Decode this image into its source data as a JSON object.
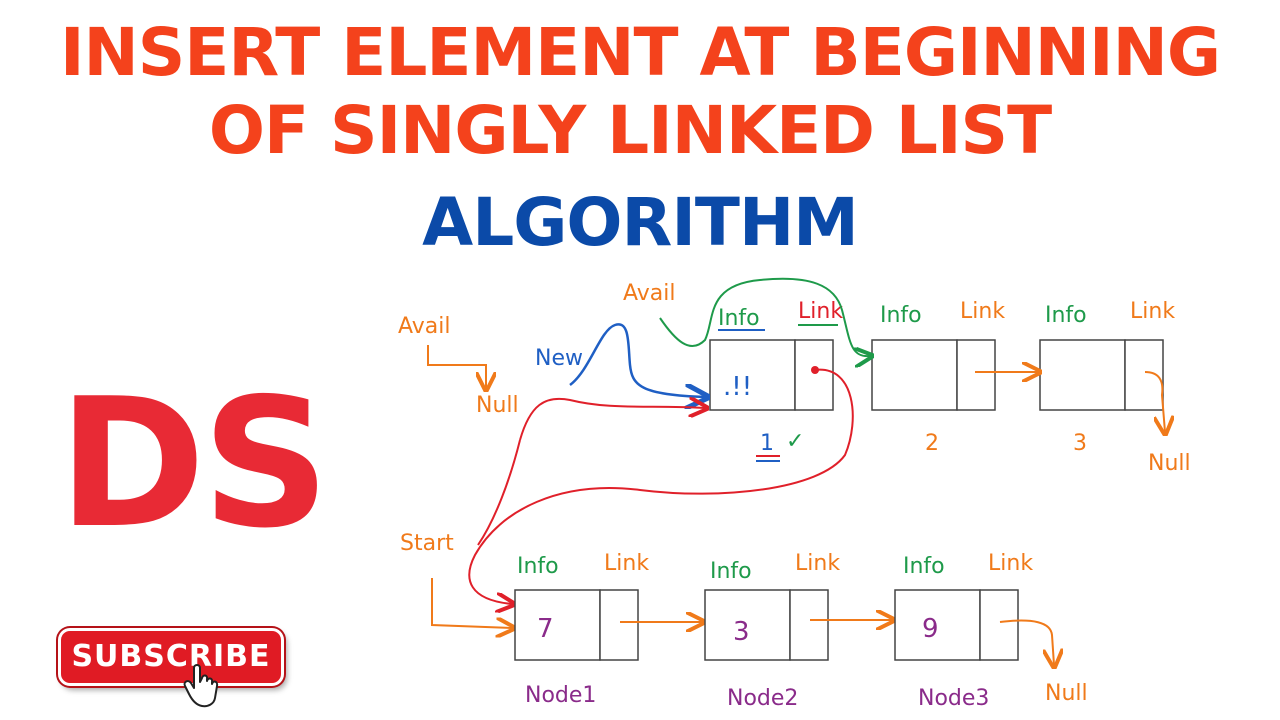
{
  "title": {
    "line1": "INSERT ELEMENT AT BEGINNING",
    "line2": "OF SINGLY LINKED LIST"
  },
  "subtitle": "ALGORITHM",
  "badge": "DS",
  "subscribe_label": "SUBSCRIBE",
  "colors": {
    "title": "#f4421c",
    "subtitle": "#0b4aa8",
    "badge": "#e82a35",
    "orange": "#f07a1a",
    "green": "#1e9a4a",
    "red": "#e0202a",
    "blue": "#1f5fc4",
    "purple": "#8a2b8a"
  },
  "diagram": {
    "pointers": {
      "avail_left": "Avail",
      "avail_top": "Avail",
      "new": "New",
      "start": "Start",
      "null": "Null"
    },
    "field_labels": {
      "info": "Info",
      "link": "Link"
    },
    "new_node": {
      "value": ".!!",
      "mark": "1",
      "check": "✓"
    },
    "avail_nodes": [
      {
        "number": "2"
      },
      {
        "number": "3"
      }
    ],
    "list_nodes": [
      {
        "value": "7",
        "label": "Node1"
      },
      {
        "value": "3",
        "label": "Node2"
      },
      {
        "value": "9",
        "label": "Node3"
      }
    ]
  }
}
